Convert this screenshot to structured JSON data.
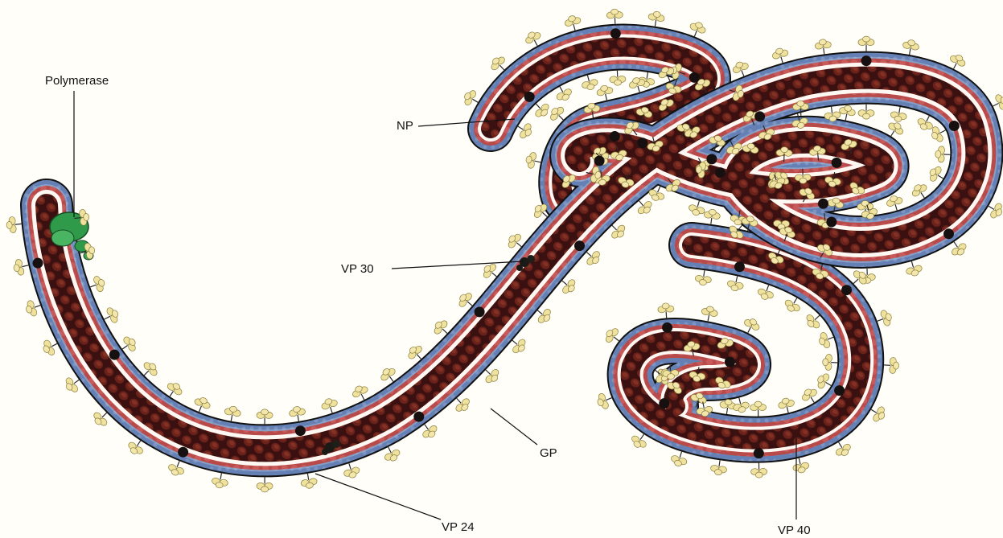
{
  "labels": {
    "polymerase": "Polymerase",
    "np": "NP",
    "vp30": "VP 30",
    "gp": "GP",
    "vp24": "VP 24",
    "vp40": "VP 40"
  },
  "colors": {
    "background": "#fffef9",
    "envelope_blue": "#5f7fb0",
    "membrane_light": "#c9d6e8",
    "matrix_red": "#b24a4a",
    "inner_white": "#fff6f0",
    "nucleocapsid": "#4a1818",
    "nucleocapsid_light": "#7a2d22",
    "glycoprotein": "#efe09a",
    "vp_dots": "#161010",
    "polymerase_green": "#2f9a4a"
  }
}
